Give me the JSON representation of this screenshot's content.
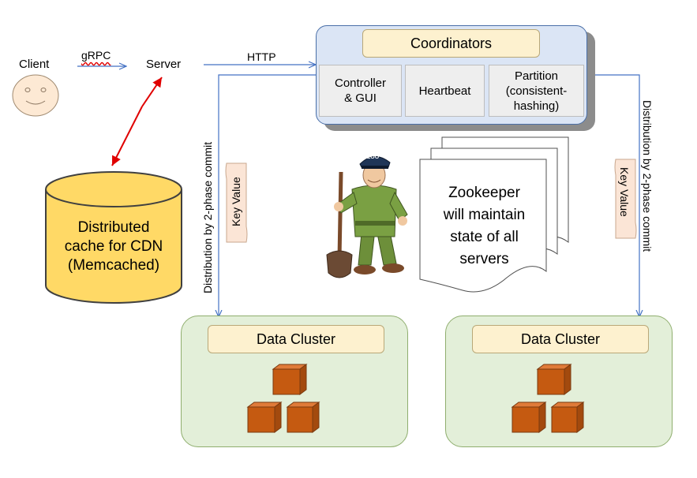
{
  "client": {
    "label": "Client"
  },
  "grpc_label": "gRPC",
  "server": {
    "label": "Server"
  },
  "http_label": "HTTP",
  "coordinators": {
    "title": "Coordinators",
    "controller": [
      "Controller",
      "& GUI"
    ],
    "heartbeat": "Heartbeat",
    "partition": [
      "Partition",
      "(consistent-",
      "hashing)"
    ]
  },
  "distribution_left": "Distribution by 2-phase commit",
  "distribution_right": "Distribution by 2-phase commit",
  "key_value_left": "Key Value",
  "key_value_right": "Key Value",
  "cache": {
    "lines": [
      "Distributed",
      "cache for CDN",
      "(Memcached)"
    ]
  },
  "zookeeper_note": {
    "lines": [
      "Zookeeper",
      "will maintain",
      "state of all",
      "servers"
    ]
  },
  "zookeeper_figure": {
    "cap_text": "ZOO"
  },
  "clusters": [
    {
      "title": "Data Cluster"
    },
    {
      "title": "Data Cluster"
    }
  ],
  "colors": {
    "coordinator_fill": "#dbe5f5",
    "coordinator_border": "#4a6fa8",
    "title_fill": "#fdf1cf",
    "cluster_fill": "#e3efd9",
    "cache_fill": "#ffd966",
    "cube_fill": "#c55a11",
    "arrow_blue": "#4472c4",
    "arrow_red": "#e00000"
  }
}
